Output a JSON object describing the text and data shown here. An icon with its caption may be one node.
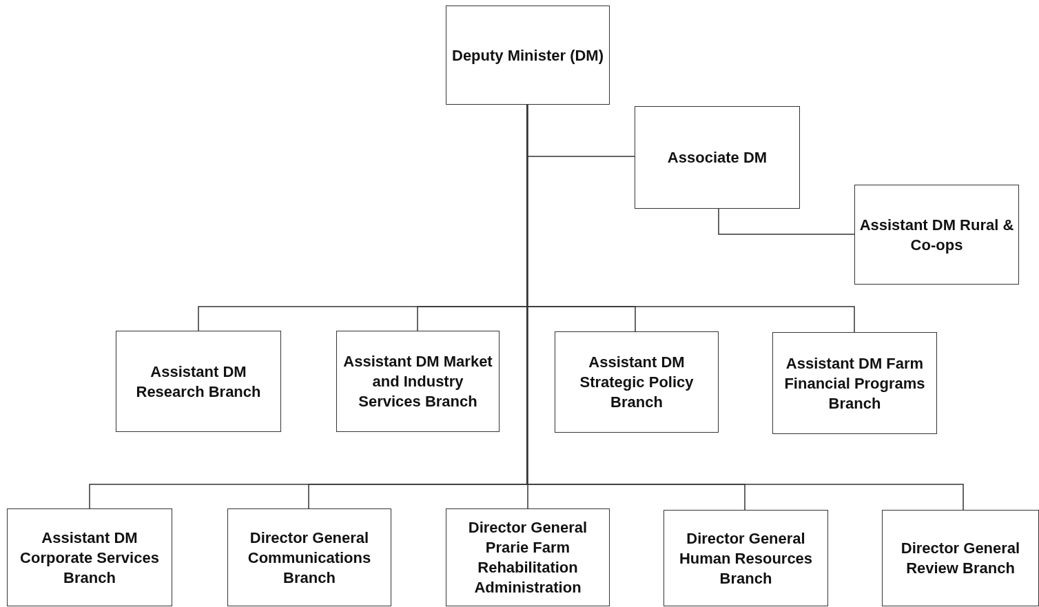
{
  "diagram": {
    "nodes": [
      {
        "text": [
          "Deputy Minister (DM)"
        ]
      },
      {
        "text": [
          "Associate DM"
        ]
      },
      {
        "text": [
          "Assistant DM Rural & Co-ops"
        ]
      },
      {
        "text": [
          "Assistant DM Research Branch"
        ]
      },
      {
        "text": [
          "Assistant DM Market and Industry Services Branch"
        ]
      },
      {
        "text": [
          "Assistant DM Strategic Policy Branch"
        ]
      },
      {
        "text": [
          "Assistant DM Farm Financial Programs Branch"
        ]
      },
      {
        "text": [
          "Assistant DM Corporate Services Branch"
        ]
      },
      {
        "text": [
          "Director General Communications Branch"
        ]
      },
      {
        "text": [
          "Director General Prarie Farm Rehabilitation Administration"
        ]
      },
      {
        "text": [
          "Director General Human Resources Branch"
        ]
      },
      {
        "text": [
          "Director General Review Branch"
        ]
      }
    ],
    "edges": [
      {
        "from": 0,
        "to": 1,
        "arrow": "none"
      },
      {
        "from": 1,
        "to": 2,
        "arrow": "none"
      },
      {
        "from": 0,
        "to": 3,
        "arrow": "none"
      },
      {
        "from": 0,
        "to": 4,
        "arrow": "none"
      },
      {
        "from": 0,
        "to": 5,
        "arrow": "none"
      },
      {
        "from": 0,
        "to": 6,
        "arrow": "none"
      },
      {
        "from": 0,
        "to": 7,
        "arrow": "none"
      },
      {
        "from": 0,
        "to": 8,
        "arrow": "none"
      },
      {
        "from": 0,
        "to": 9,
        "arrow": "none"
      },
      {
        "from": 0,
        "to": 10,
        "arrow": "none"
      },
      {
        "from": 0,
        "to": 11,
        "arrow": "none"
      }
    ]
  }
}
